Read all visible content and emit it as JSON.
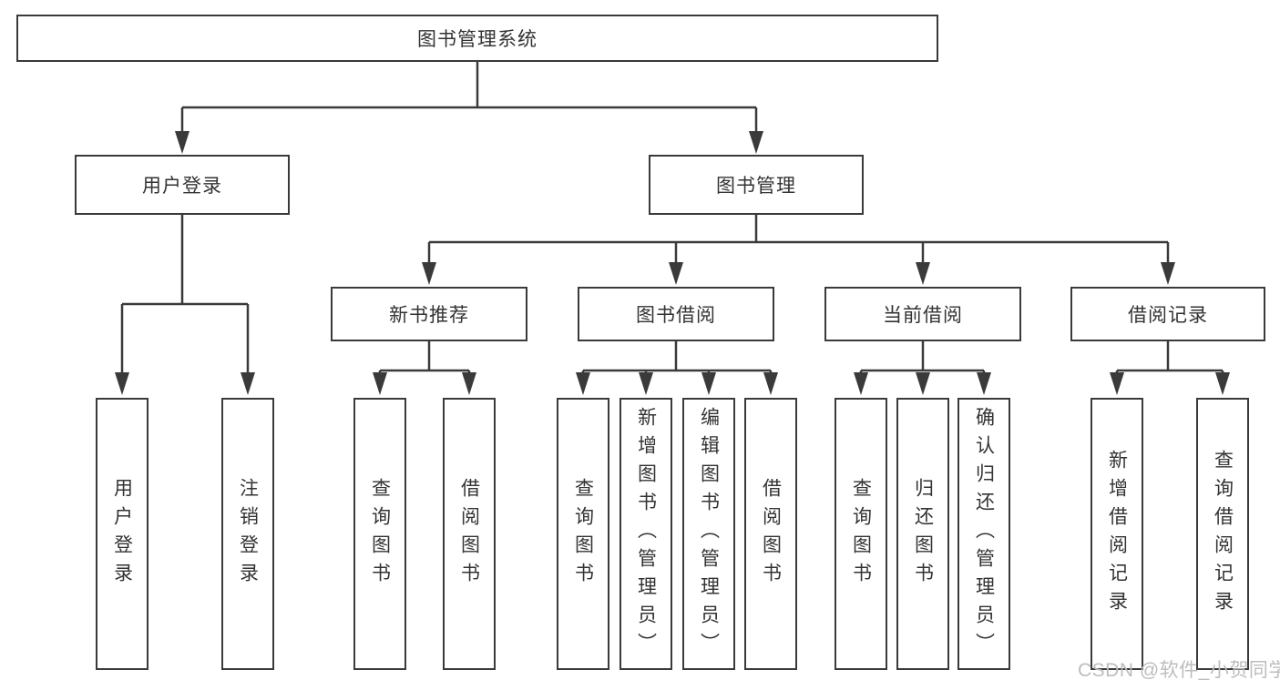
{
  "diagram": {
    "root": "图书管理系统",
    "level2": {
      "user_login": "用户登录",
      "book_management": "图书管理"
    },
    "level3": {
      "new_book_recommend": "新书推荐",
      "book_borrow": "图书借阅",
      "current_borrow": "当前借阅",
      "borrow_records": "借阅记录"
    },
    "leaves": {
      "user_login": "用户登录",
      "logout": "注销登录",
      "nb_query": "查询图书",
      "nb_borrow": "借阅图书",
      "bb_query": "查询图书",
      "bb_add": "新增图书（管理员）",
      "bb_edit": "编辑图书（管理员）",
      "bb_borrow": "借阅图书",
      "cb_query": "查询图书",
      "cb_return": "归还图书",
      "cb_confirm": "确认归还（管理员）",
      "br_add": "新增借阅记录",
      "br_query": "查询借阅记录"
    }
  },
  "watermark": {
    "text": "CSDN @软件_小贺同学",
    "color": "#bdbdbd"
  },
  "colors": {
    "line": "#3a3a3a",
    "text": "#333333",
    "background": "#ffffff"
  }
}
